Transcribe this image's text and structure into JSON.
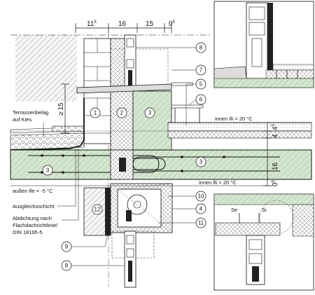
{
  "dimensions_top": [
    {
      "base": "11",
      "sup": "5"
    },
    {
      "base": "16",
      "sup": ""
    },
    {
      "base": "15",
      "sup": ""
    },
    {
      "base": "0",
      "sup": "5"
    }
  ],
  "dimensions_left": [
    {
      "text": "15"
    },
    {
      "text": "≥"
    }
  ],
  "dimensions_right": [
    {
      "base": "4",
      "sup": "5"
    },
    {
      "base": "4",
      "sup": ""
    },
    {
      "base": "16",
      "sup": ""
    },
    {
      "base": "0",
      "sup": "5"
    }
  ],
  "zones": {
    "inside_top": "innen   θi = 20 °C",
    "inside_bottom": "innen   θi = 20 °C",
    "outside": "außen   θe = -5 °C"
  },
  "labels": {
    "terrace_line1": "Terrassenbelag",
    "terrace_line2": "auf Kies",
    "leveling": "Ausgleichsschicht",
    "seal_line1": "Abdichtung nach",
    "seal_line2": "Flachdachrichtlinie/",
    "seal_line3": "DIN 18195-5",
    "se": "Se",
    "si": "Si"
  },
  "callouts": [
    "1",
    "2",
    "3",
    "3",
    "3",
    "4",
    "5",
    "6",
    "7",
    "8",
    "8",
    "9",
    "10",
    "11",
    "12"
  ],
  "colors": {
    "concrete": "#d4e6cf",
    "insulation": "#ffffff",
    "line": "#111111"
  }
}
